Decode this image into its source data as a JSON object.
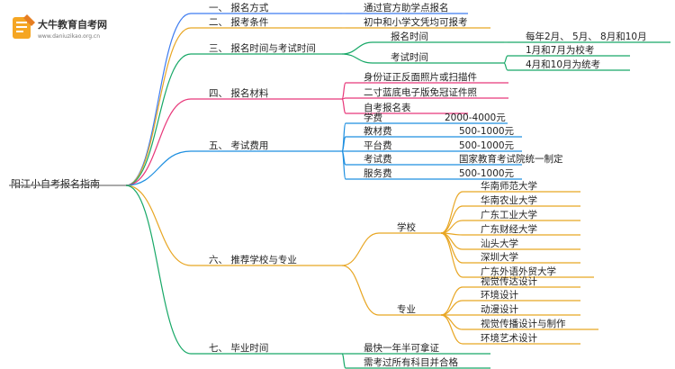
{
  "logo": {
    "title": "大牛教育自考网",
    "url": "www.daniuzikao.org.cn",
    "icon": "document-pencil-icon",
    "accent": "#f5a623"
  },
  "root": "阳江小自考报名指南",
  "colors": {
    "b1": "#3e7cf0",
    "b2": "#e8a623",
    "b3": "#17a867",
    "b4": "#e8387a",
    "b5": "#1e8fe0",
    "b6": "#e8a623",
    "b7": "#17a867"
  },
  "branches": [
    {
      "label": "一、 报名方式",
      "children": [
        {
          "label": "通过官方助学点报名"
        }
      ]
    },
    {
      "label": "二、 报考条件",
      "children": [
        {
          "label": "初中和小学文凭均可报考"
        }
      ]
    },
    {
      "label": "三、 报名时间与考试时间",
      "children": [
        {
          "label": "报名时间",
          "children": [
            {
              "label": "每年2月、 5月、 8月和10月"
            }
          ]
        },
        {
          "label": "考试时间",
          "children": [
            {
              "label": "1月和7月为校考"
            },
            {
              "label": "4月和10月为统考"
            }
          ]
        }
      ]
    },
    {
      "label": "四、 报名材料",
      "children": [
        {
          "label": "身份证正反面照片或扫描件"
        },
        {
          "label": "二寸蓝底电子版免冠证件照"
        },
        {
          "label": "自考报名表"
        }
      ]
    },
    {
      "label": "五、 考试费用",
      "children": [
        {
          "label": "学费",
          "value": "2000-4000元"
        },
        {
          "label": "教材费",
          "value": "500-1000元"
        },
        {
          "label": "平台费",
          "value": "500-1000元"
        },
        {
          "label": "考试费",
          "value": "国家教育考试院统一制定"
        },
        {
          "label": "服务费",
          "value": "500-1000元"
        }
      ]
    },
    {
      "label": "六、 推荐学校与专业",
      "children": [
        {
          "label": "学校",
          "children": [
            {
              "label": "华南师范大学"
            },
            {
              "label": "华南农业大学"
            },
            {
              "label": "广东工业大学"
            },
            {
              "label": "广东财经大学"
            },
            {
              "label": "汕头大学"
            },
            {
              "label": "深圳大学"
            },
            {
              "label": "广东外语外贸大学"
            }
          ]
        },
        {
          "label": "专业",
          "children": [
            {
              "label": "视觉传达设计"
            },
            {
              "label": "环境设计"
            },
            {
              "label": "动漫设计"
            },
            {
              "label": "视觉传播设计与制作"
            },
            {
              "label": "环境艺术设计"
            }
          ]
        }
      ]
    },
    {
      "label": "七、 毕业时间",
      "children": [
        {
          "label": "最快一年半可拿证"
        },
        {
          "label": "需考过所有科目并合格"
        }
      ]
    }
  ]
}
